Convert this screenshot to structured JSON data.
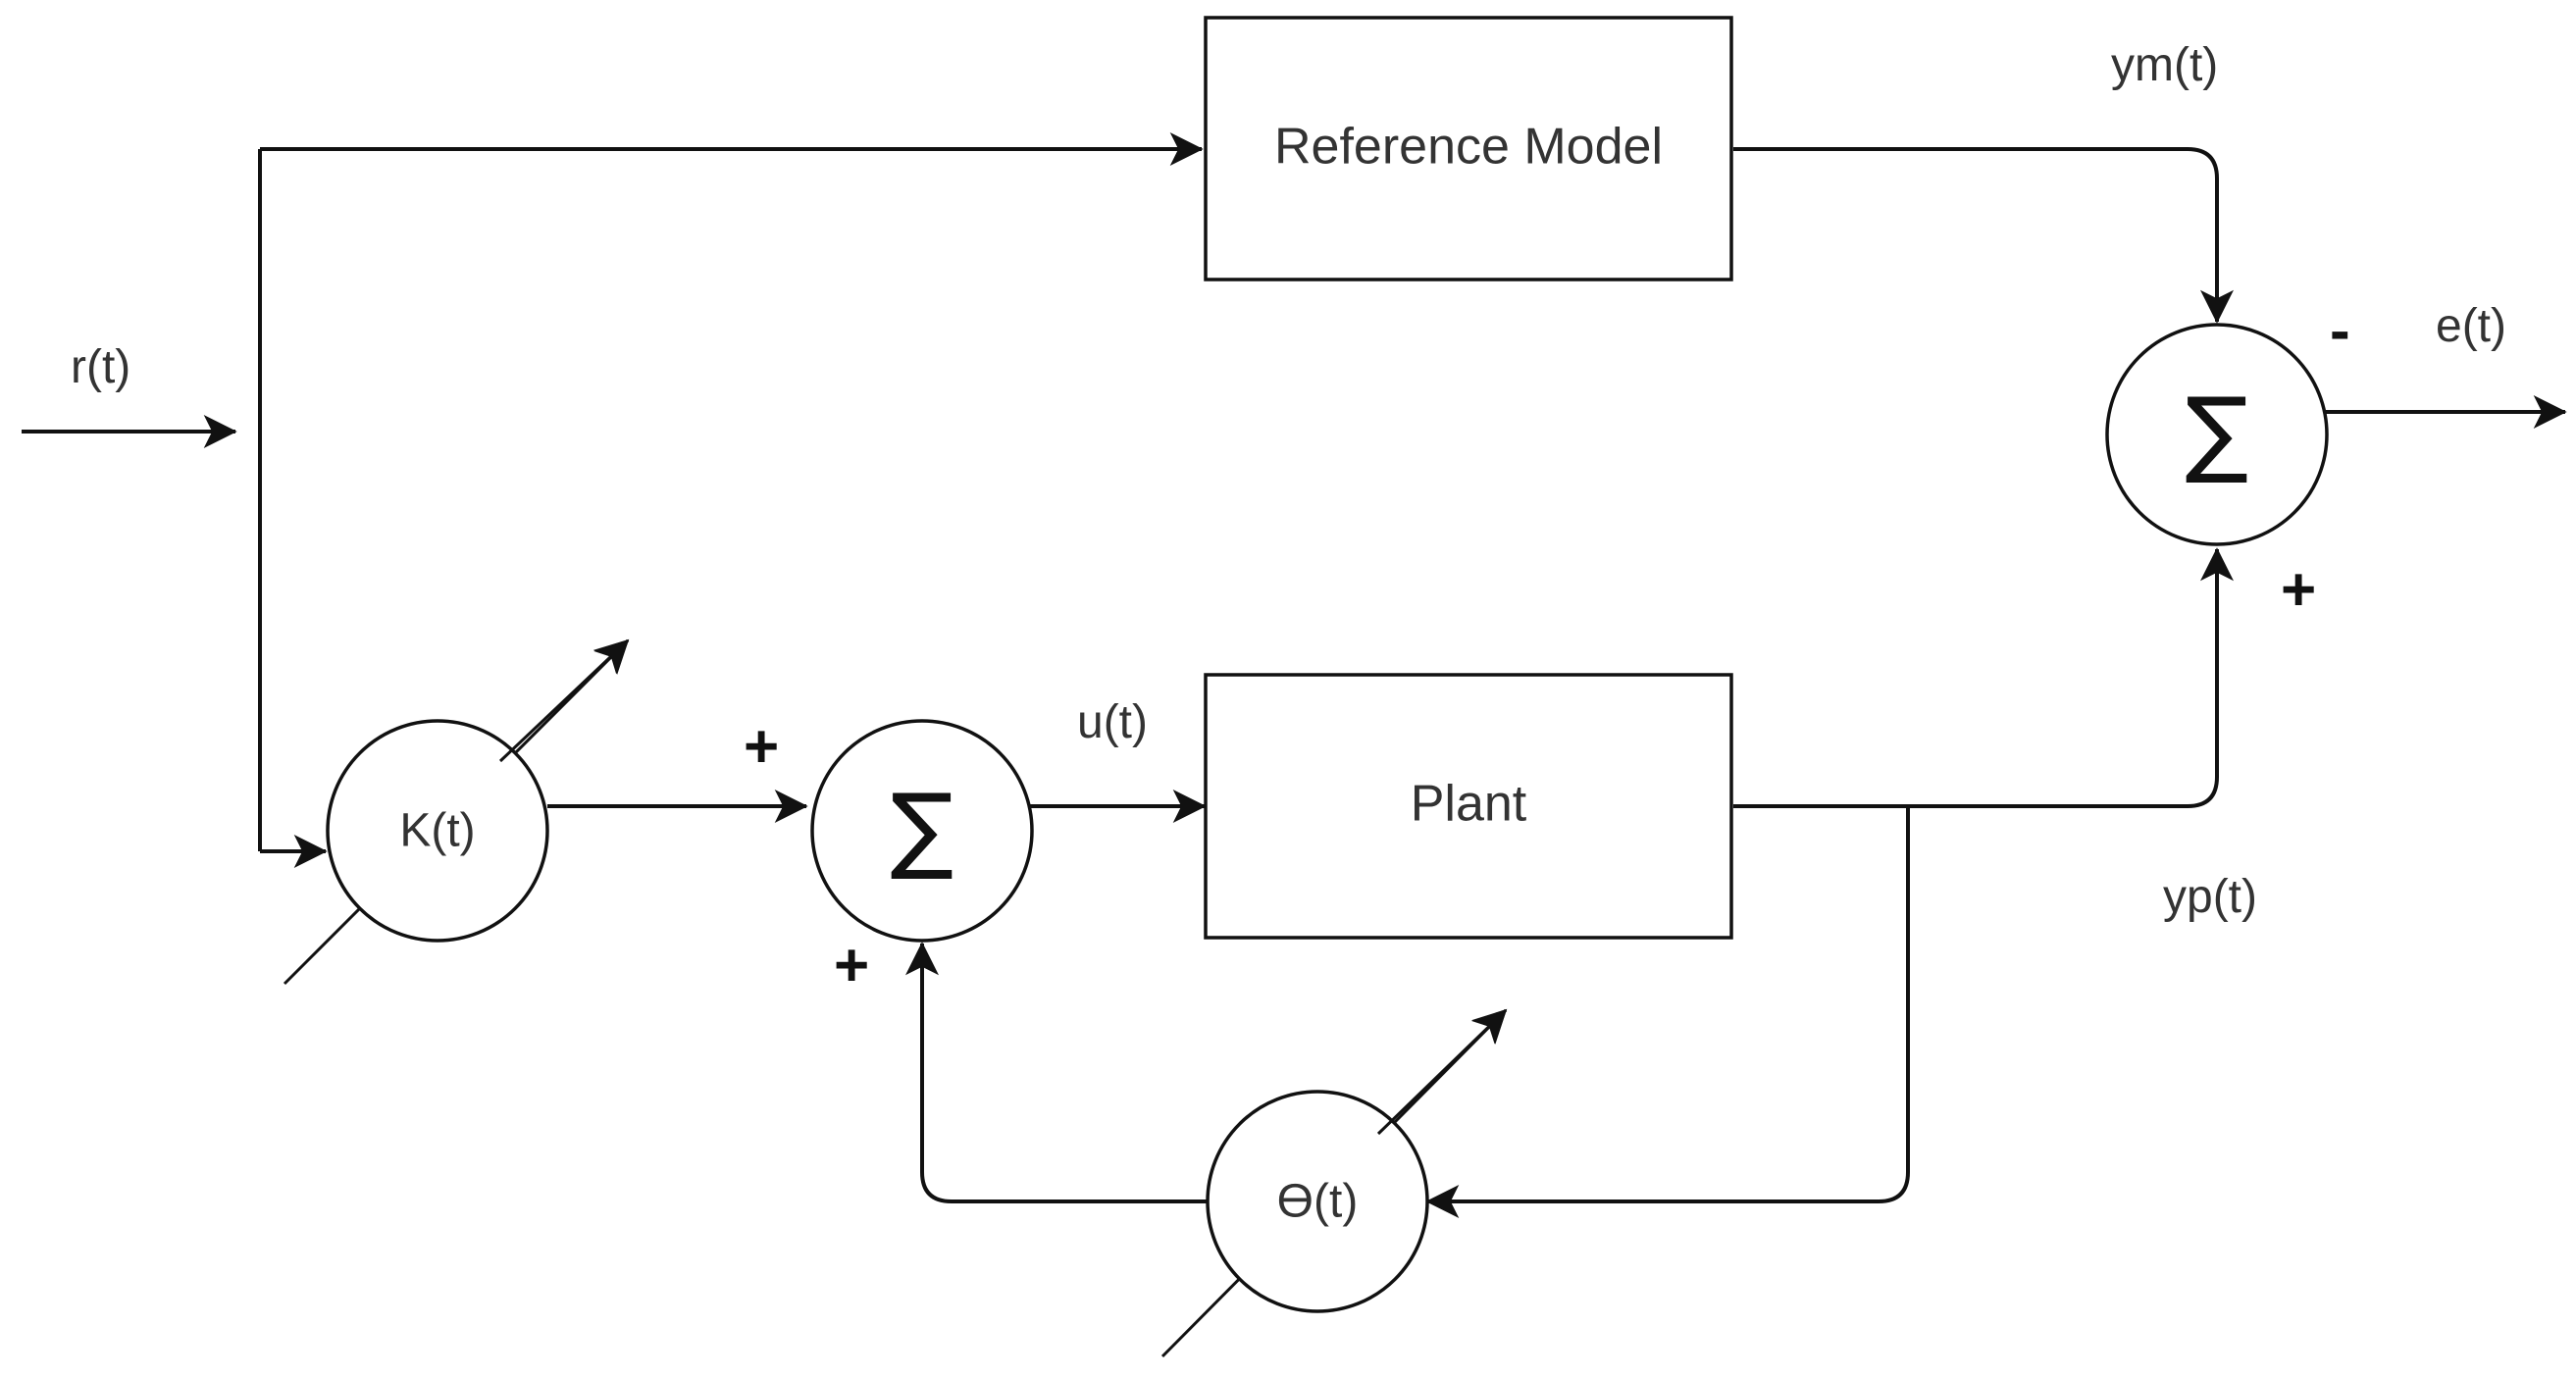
{
  "diagram": {
    "blocks": {
      "reference_model": "Reference Model",
      "plant": "Plant"
    },
    "gains": {
      "k": "K(t)",
      "theta": "ϴ(t)"
    },
    "summers": {
      "symbol": "∑"
    },
    "signals": {
      "r": "r(t)",
      "ym": "ym(t)",
      "e": "e(t)",
      "u": "u(t)",
      "yp": "yp(t)"
    },
    "signs": {
      "error_minus": "-",
      "error_plus": "+",
      "control_plus_top": "+",
      "control_plus_bottom": "+"
    }
  }
}
